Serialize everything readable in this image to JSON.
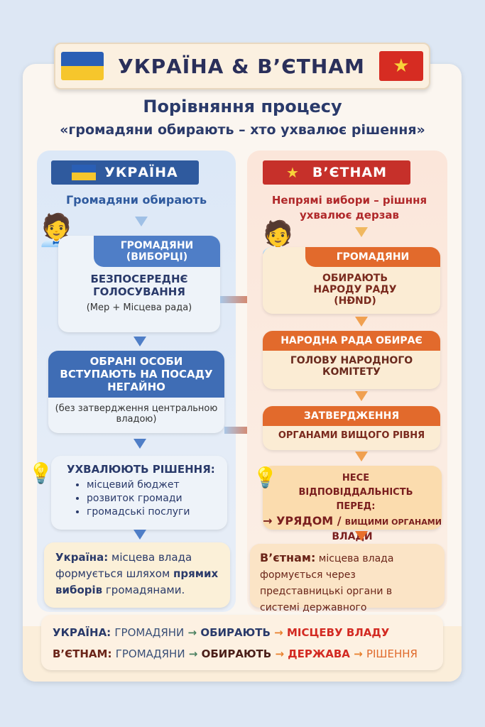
{
  "header": {
    "title": "УКРАЇНА & В’ЄТНАМ"
  },
  "heading": {
    "line1": "Порівняння процесу",
    "line2": "«громадяни обирають – хто ухвалює рішення»"
  },
  "ukraine": {
    "label": "УКРАЇНА",
    "subtitle": "Громадяни обирають",
    "step1": {
      "header": "ГРОМАДЯНИ (ВИБОРЦІ)",
      "title": "БЕЗПОСЕРЕДНЄ ГОЛОСУВАННЯ",
      "note": "(Мер + Місцева рада)"
    },
    "step2": {
      "header": "ОБРАНІ ОСОБИ ВСТУПАЮТЬ НА ПОСАДУ НЕГАЙНО",
      "note": "(без затвердження центральною владою)"
    },
    "step3": {
      "title": "УХВАЛЮЮТЬ РІШЕННЯ:",
      "items": [
        "місцевий бюджет",
        "розвиток громади",
        "громадські послуги"
      ]
    },
    "summary": {
      "bold": "Україна:",
      "text1": " місцева влада формується шляхом ",
      "bold2": "прямих виборів",
      "text2": " громадянами."
    }
  },
  "vietnam": {
    "label": "В’ЄТНАМ",
    "subtitle": "Непрямі вибори – рішння ухвалює дерзав",
    "step1": {
      "header": "ГРОМАДЯНИ",
      "title": "ОБИРАЮТЬ НАРОДУ РАДУ (HĐND)"
    },
    "step2": {
      "header": "НАРОДНА РАДА ОБИРАЄ",
      "title": "ГОЛОВУ НАРОДНОГО КОМІТЕТУ"
    },
    "step3": {
      "header": "ЗАТВЕРДЖЕННЯ",
      "title": "ОРГАНАМИ ВИЩОГО РІВНЯ"
    },
    "step4": {
      "line1": "НЕСЕ ВІДПОВІДДАЛЬНІСТЬ ПЕРЕД:",
      "arrow": "→ УРЯДОМ /",
      "small": "ВИЩИМИ ОРГАНАМИ",
      "line3": "ВЛАДИ"
    },
    "summary": {
      "bold": "В’єтнам:",
      "text": " місцева влада формується через представницькі органи в системі державного"
    }
  },
  "footer": {
    "ua": {
      "label": "УКРАЇНА:",
      "a": "ГРОМАДЯНИ",
      "b": "ОБИРАЮТЬ",
      "c": "МІСЦЕВУ ВЛАДУ"
    },
    "vn": {
      "label": "В’ЄТНАМ:",
      "a": "ГРОМАДЯНИ",
      "b": "ОБИРАЮТЬ",
      "c": "ДЕРЖАВА",
      "d": "РІШЕННЯ"
    },
    "arrow": "→"
  }
}
